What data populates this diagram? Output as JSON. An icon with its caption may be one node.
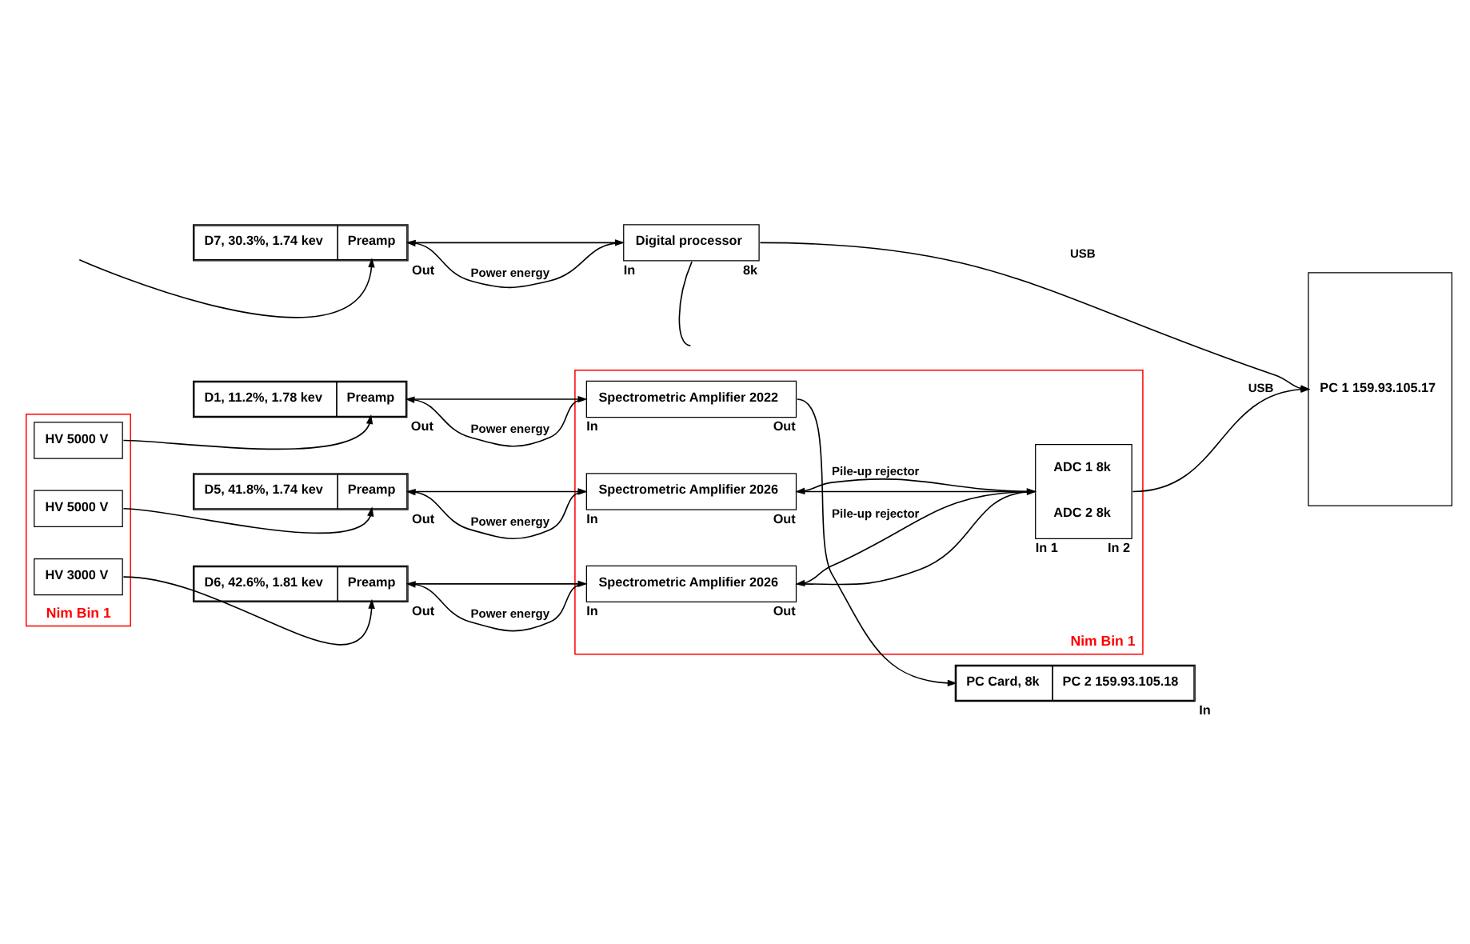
{
  "diagram": {
    "nodes": [
      {
        "text": [
          "Nim Bin 1"
        ]
      },
      {
        "text": [
          "HV 5000 V"
        ],
        "in": 0
      },
      {
        "text": [
          "D1, 11.2%, 1.78 kev",
          "Preamp"
        ],
        "beside": [
          "Out"
        ]
      },
      {
        "text": [
          "Nim Bin 1"
        ]
      },
      {
        "text": [
          "Spectrometric Amplifier 2022"
        ],
        "in": 3,
        "beside": [
          "In",
          "Out"
        ]
      },
      {
        "text": [
          "PC Card, 8k",
          "PC 2 159.93.105.18"
        ],
        "beside": [
          "In"
        ]
      },
      {
        "text": [
          "HV 5000 V"
        ],
        "in": 0
      },
      {
        "text": [
          "D5, 41.8%, 1.74 kev",
          "Preamp"
        ],
        "beside": [
          "Out"
        ]
      },
      {
        "text": [
          "Spectrometric Amplifier 2026"
        ],
        "in": 3,
        "beside": [
          "In",
          "Out"
        ]
      },
      {
        "text": [
          "ADC 1 8k",
          "ADC 2 8k"
        ],
        "in": 3,
        "beside": [
          "In 1",
          "In 2"
        ]
      },
      {
        "text": [
          "PC 1 159.93.105.17"
        ]
      },
      {
        "text": [
          "HV 3000 V"
        ],
        "in": 0
      },
      {
        "text": [
          "D6, 42.6%, 1.81 kev",
          "Preamp"
        ],
        "beside": [
          "Out"
        ]
      },
      {
        "text": [
          "Spectrometric Amplifier 2026"
        ],
        "in": 3,
        "beside": [
          "In",
          "Out"
        ]
      },
      {
        "text": [
          "D7, 30.3%, 1.74 kev",
          "Preamp"
        ],
        "beside": [
          "Out"
        ]
      },
      {
        "text": [
          "Digital processor"
        ],
        "beside": [
          "In",
          "8k"
        ]
      }
    ],
    "edges": [
      {
        "from": 1,
        "to": 2,
        "arrow": "to"
      },
      {
        "from": 4,
        "to": 2,
        "arrow": "to",
        "label": "Power energy"
      },
      {
        "from": 2,
        "to": 4,
        "arrow": "to"
      },
      {
        "from": 4,
        "to": 5,
        "arrow": "to"
      },
      {
        "from": 6,
        "to": 7,
        "arrow": "to"
      },
      {
        "from": 8,
        "to": 7,
        "arrow": "to",
        "label": "Power energy"
      },
      {
        "from": 7,
        "to": 8,
        "arrow": "to"
      },
      {
        "from": 9,
        "to": 8,
        "arrow": "to",
        "label": "Pile-up rejector"
      },
      {
        "from": 8,
        "to": 9,
        "arrow": "to"
      },
      {
        "from": 9,
        "to": 10,
        "arrow": "to",
        "label": "USB"
      },
      {
        "from": 11,
        "to": 12,
        "arrow": "to"
      },
      {
        "from": 13,
        "to": 12,
        "arrow": "to",
        "label": "Power energy"
      },
      {
        "from": 12,
        "to": 13,
        "arrow": "to"
      },
      {
        "from": 9,
        "to": 13,
        "arrow": "to",
        "label": "Pile-up rejector"
      },
      {
        "from": 13,
        "to": 9,
        "arrow": "to"
      },
      {
        "from": 15,
        "to": 14,
        "arrow": "to",
        "label": "Power energy"
      },
      {
        "from": 14,
        "to": 15,
        "arrow": "to"
      },
      {
        "from": 15,
        "to": 10,
        "arrow": "to",
        "label": "USB"
      },
      {
        "from": null,
        "to": 14,
        "arrow": "to"
      },
      {
        "from": 15,
        "to": null,
        "arrow": "none"
      }
    ]
  }
}
